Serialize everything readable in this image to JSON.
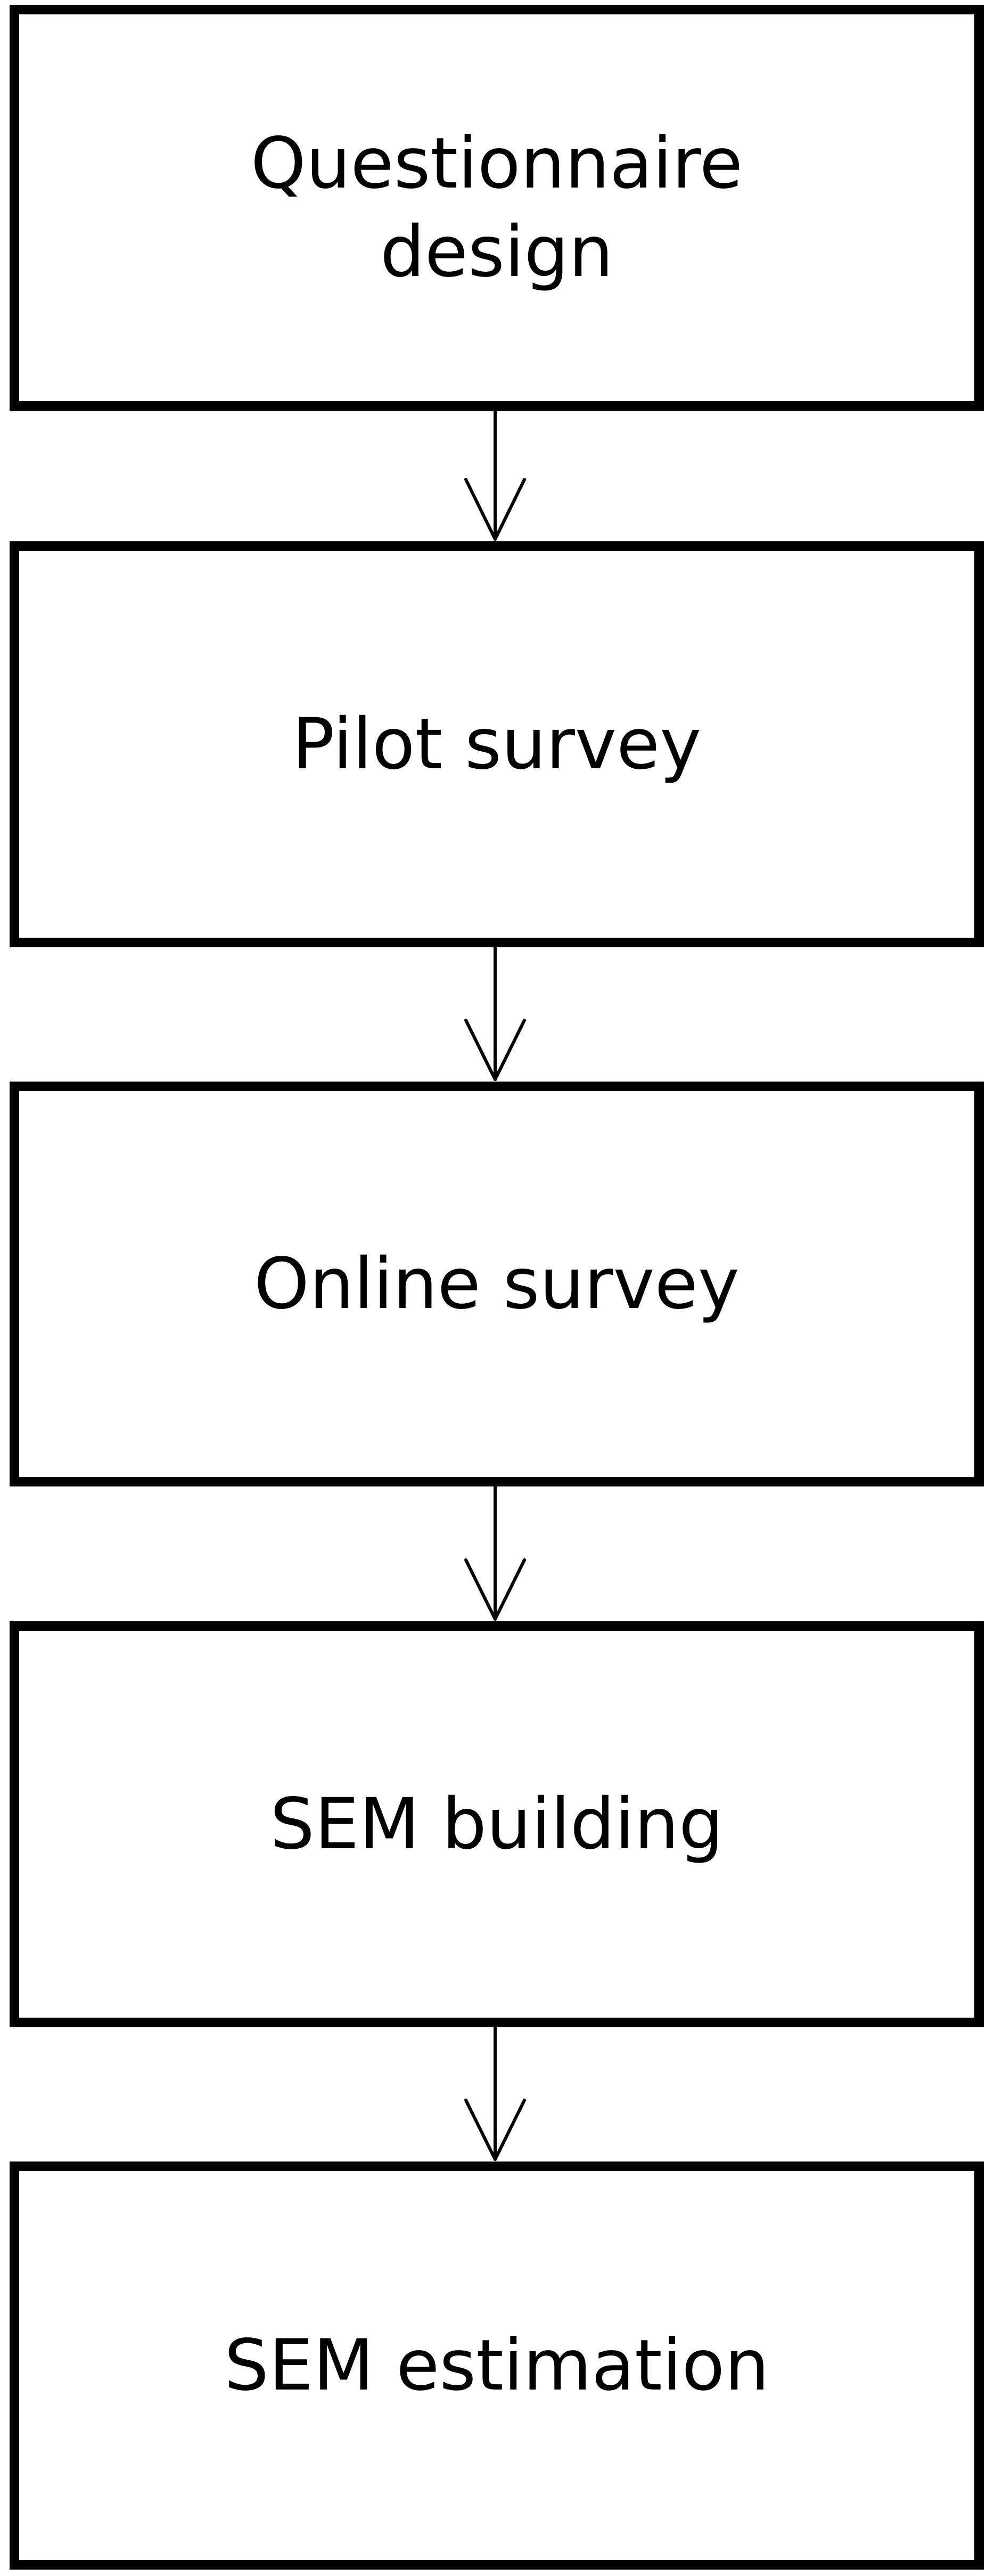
{
  "flowchart": {
    "steps": [
      {
        "label": "Questionnaire design"
      },
      {
        "label": "Pilot survey"
      },
      {
        "label": "Online survey"
      },
      {
        "label": "SEM building"
      },
      {
        "label": "SEM estimation"
      }
    ],
    "colors": {
      "line": "#000000",
      "background": "#ffffff"
    }
  }
}
